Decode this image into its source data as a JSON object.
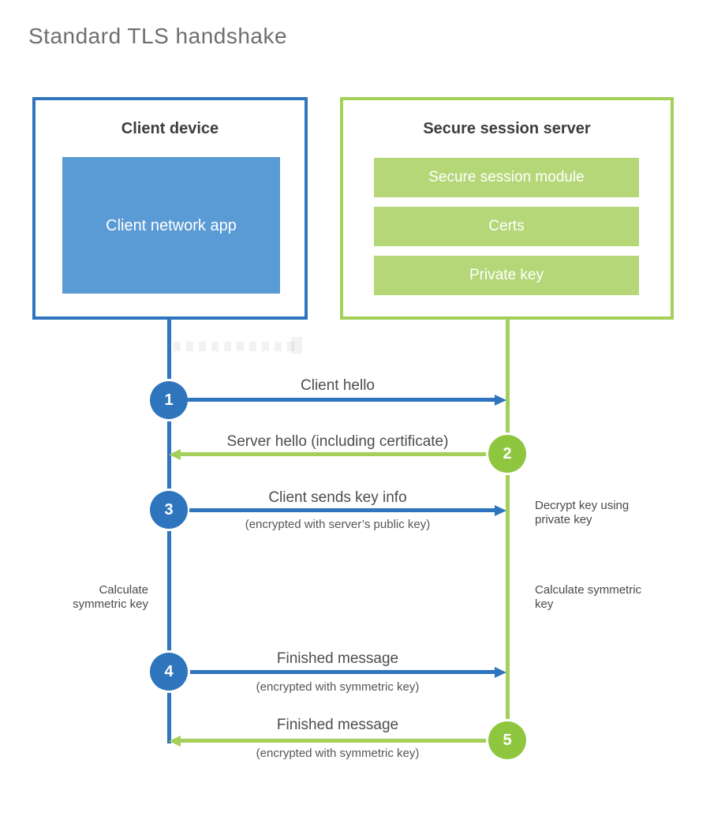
{
  "title": "Standard TLS handshake",
  "client": {
    "heading": "Client device",
    "app": "Client network app"
  },
  "server": {
    "heading": "Secure session server",
    "modules": [
      "Secure session module",
      "Certs",
      "Private key"
    ]
  },
  "steps": [
    {
      "num": "1",
      "label": "Client hello",
      "direction": "client-to-server"
    },
    {
      "num": "2",
      "label": "Server hello (including certificate)",
      "direction": "server-to-client"
    },
    {
      "num": "3",
      "label": "Client sends key info",
      "sub": "(encrypted with server’s public key)",
      "direction": "client-to-server"
    },
    {
      "num": "4",
      "label": "Finished message",
      "sub": "(encrypted with symmetric key)",
      "direction": "client-to-server"
    },
    {
      "num": "5",
      "label": "Finished message",
      "sub": "(encrypted with symmetric key)",
      "direction": "server-to-client"
    }
  ],
  "side_notes": {
    "decrypt": "Decrypt key using private key",
    "calc_left": "Calculate symmetric key",
    "calc_right": "Calculate symmetric key"
  },
  "colors": {
    "blue": "#2e75bd",
    "blue_fill": "#5b9bd5",
    "green_line": "#a4cf58",
    "green_circle": "#8fc640",
    "green_fill": "#b5d778",
    "heading_text": "#3d3d3d",
    "label_text": "#4d4d4d",
    "title_text": "#6e6e6e"
  }
}
